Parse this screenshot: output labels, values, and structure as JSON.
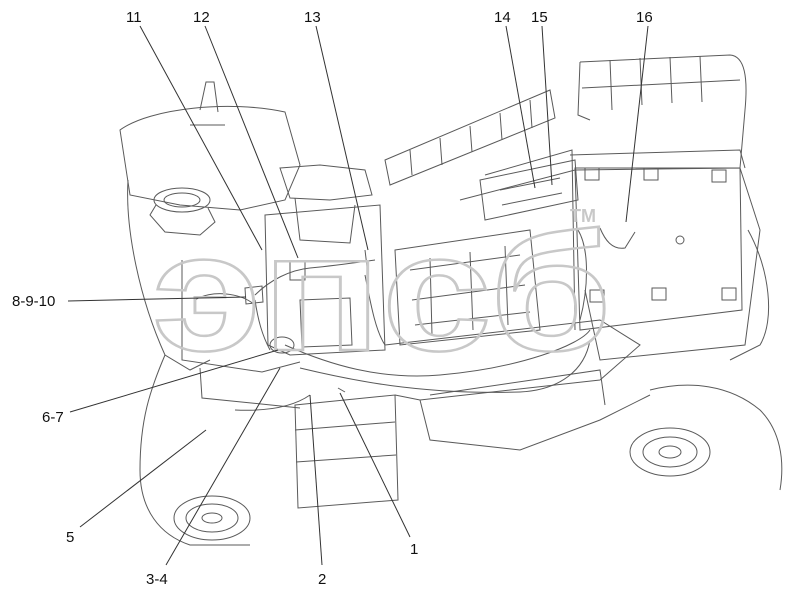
{
  "diagram": {
    "callouts": [
      {
        "id": "c11",
        "label": "11"
      },
      {
        "id": "c12",
        "label": "12"
      },
      {
        "id": "c13",
        "label": "13"
      },
      {
        "id": "c14",
        "label": "14"
      },
      {
        "id": "c15",
        "label": "15"
      },
      {
        "id": "c16",
        "label": "16"
      },
      {
        "id": "c8910",
        "label": "8-9-10"
      },
      {
        "id": "c67",
        "label": "6-7"
      },
      {
        "id": "c5",
        "label": "5"
      },
      {
        "id": "c34",
        "label": "3-4"
      },
      {
        "id": "c2",
        "label": "2"
      },
      {
        "id": "c1",
        "label": "1"
      }
    ],
    "watermark": {
      "text": "эпсб",
      "tm": "TM"
    },
    "colors": {
      "line": "#555555",
      "leader": "#333333",
      "watermark": "#c8c8c8",
      "callout": "#111111"
    }
  }
}
